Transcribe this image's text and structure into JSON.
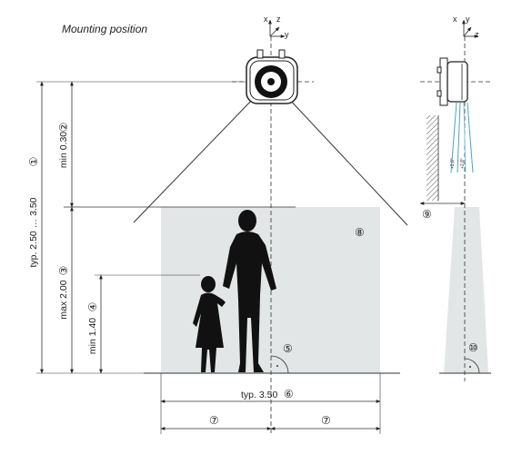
{
  "title": "Mounting position",
  "front_axes": {
    "x": "x",
    "z": "z",
    "y": "y"
  },
  "side_axes": {
    "x": "x",
    "y": "y",
    "z": "z"
  },
  "dims": {
    "total_height": "typ. 2.50 … 3.50",
    "min_clearance": "min 0.30",
    "max_zone_height": "max 2.00",
    "min_child_height": "min 1.40",
    "width": "typ. 3.50"
  },
  "markers": {
    "m1": "①",
    "m2": "②",
    "m3": "③",
    "m4": "④",
    "m5": "⑤",
    "m6": "⑥",
    "m7a": "⑦",
    "m7b": "⑦",
    "m8": "⑧",
    "m9": "⑨",
    "m10": "⑩"
  },
  "beam_labels": [
    "+2,8°",
    "+2,8°"
  ],
  "colors": {
    "zone_fill": "#e2e6e6",
    "line": "#333333",
    "silhouette": "#111111"
  }
}
